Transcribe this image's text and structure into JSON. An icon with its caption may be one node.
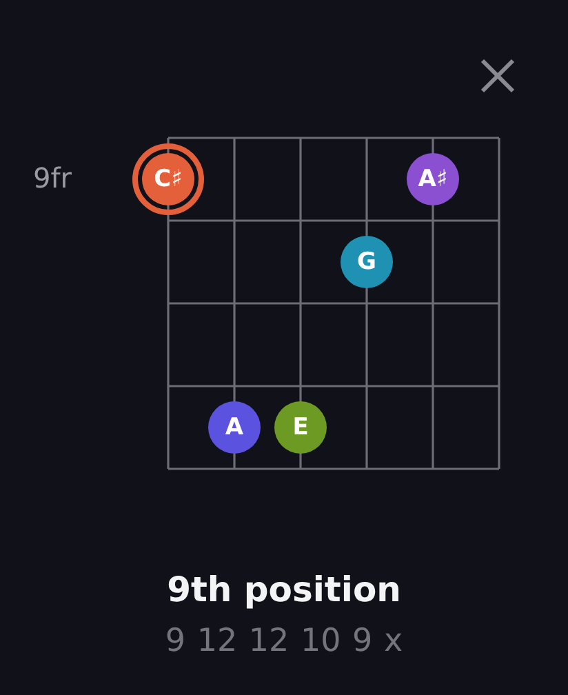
{
  "diagram": {
    "title": "9th position",
    "nodes": [
      {
        "text": [
          "C♯"
        ]
      },
      {
        "text": [
          "A♯"
        ]
      },
      {
        "text": [
          "G"
        ]
      },
      {
        "text": [
          "A"
        ]
      },
      {
        "text": [
          "E"
        ]
      }
    ],
    "labels": [
      "9fr",
      "9 12 12 10 9 x"
    ]
  }
}
